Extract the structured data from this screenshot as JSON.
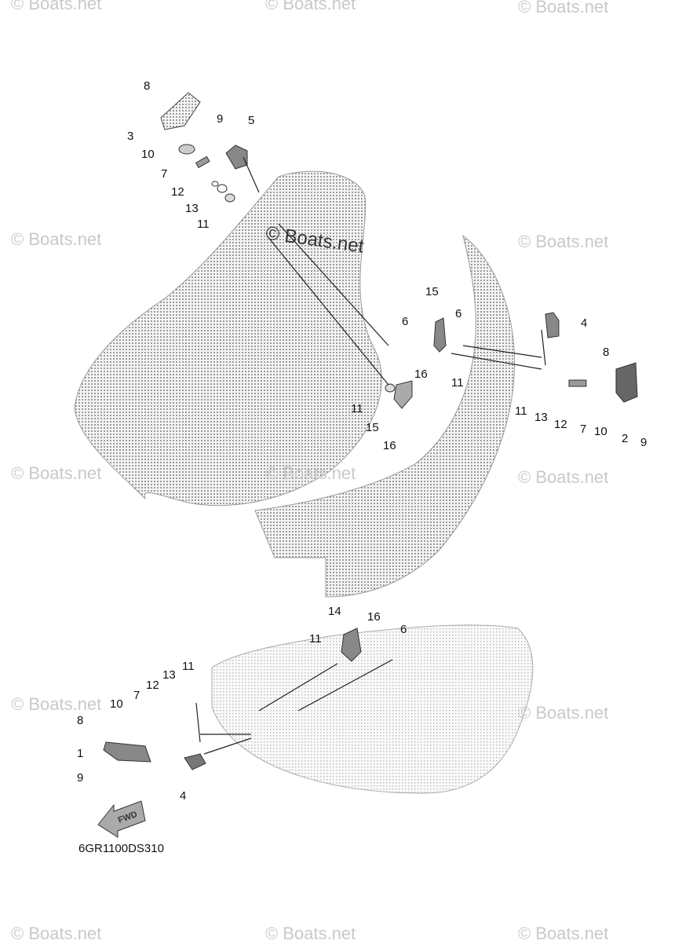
{
  "watermark": "© Boats.net",
  "main_watermark": "© Boats.net",
  "diagram_code": "6GR1100DS310",
  "fwd_label": "FWD",
  "colors": {
    "hull": "#bdbdbd",
    "line": "#222222",
    "watermark": "#c9c9c9"
  },
  "callouts": {
    "top_left": [
      "8",
      "9",
      "3",
      "5",
      "10",
      "7",
      "12",
      "13",
      "11"
    ],
    "middle": [
      "15",
      "6",
      "6",
      "4",
      "16",
      "11",
      "8",
      "11",
      "15",
      "11",
      "13",
      "12",
      "7",
      "10",
      "2",
      "9",
      "16"
    ],
    "bottom": [
      "14",
      "16",
      "6",
      "11",
      "11",
      "13",
      "12",
      "7",
      "10",
      "8",
      "1",
      "9",
      "4"
    ]
  }
}
